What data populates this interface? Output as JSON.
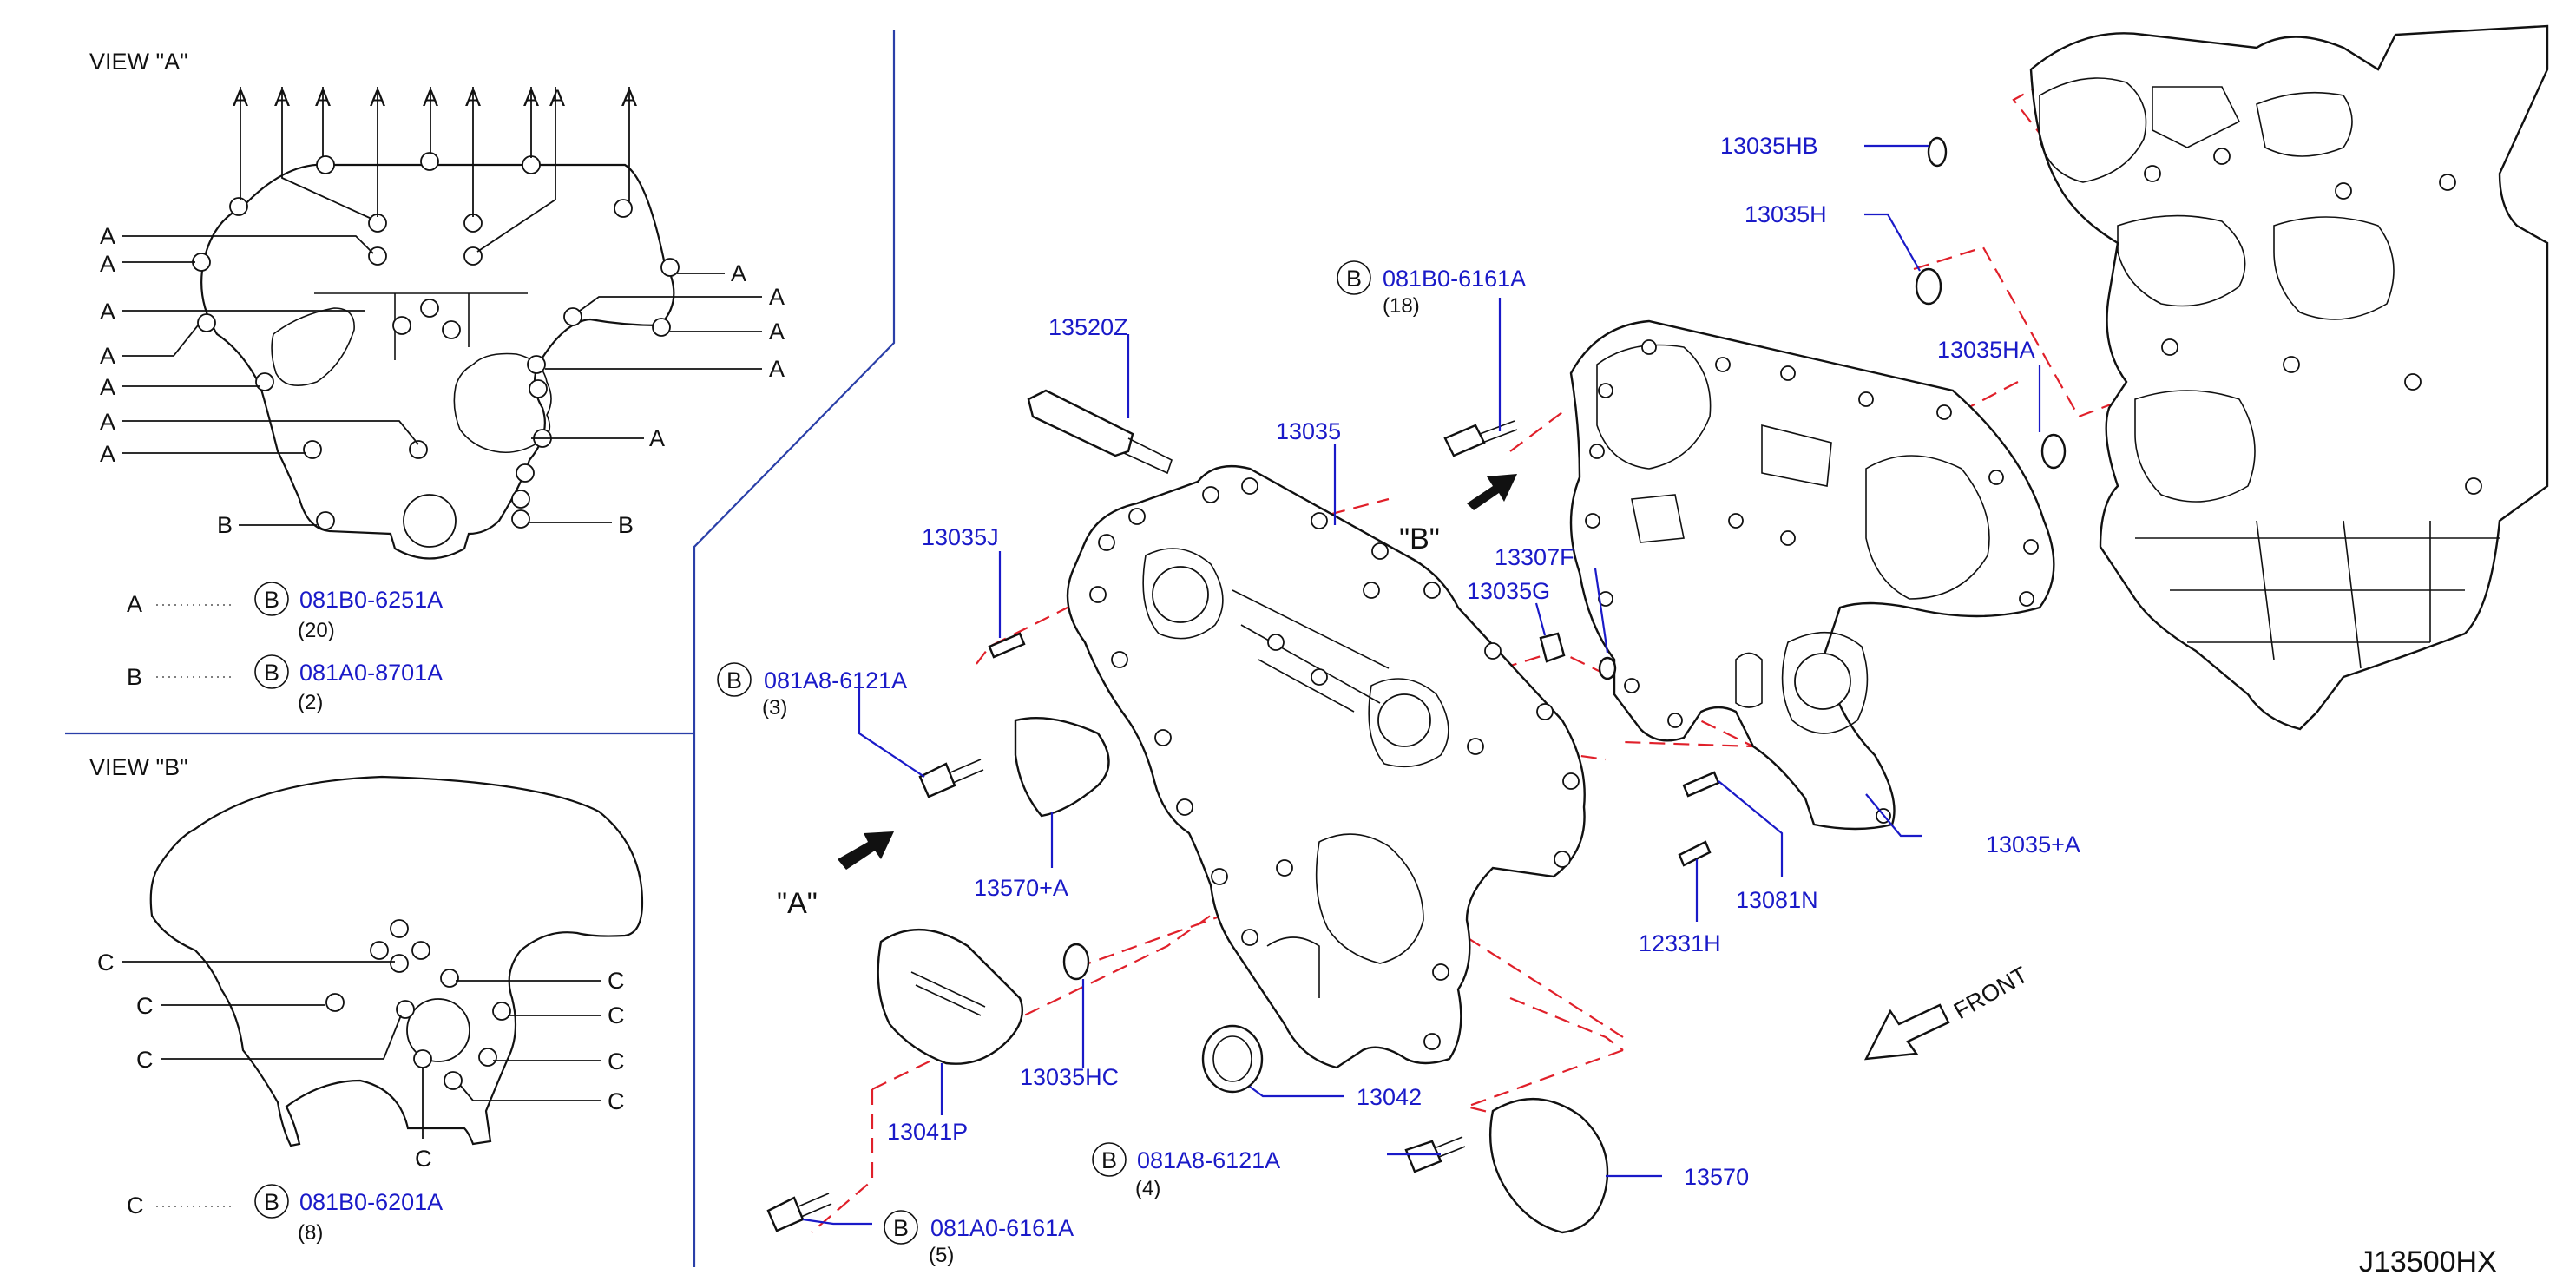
{
  "view_a": {
    "title": "VIEW \"A\"",
    "a": "A",
    "b": "B",
    "legend_a": {
      "letter": "A",
      "code": "081B0-6251A",
      "qty": "(20)"
    },
    "legend_b": {
      "letter": "B",
      "code": "081A0-8701A",
      "qty": "(2)"
    }
  },
  "view_b": {
    "title": "VIEW \"B\"",
    "c": "C",
    "legend_c": {
      "letter": "C",
      "code": "081B0-6201A",
      "qty": "(8)"
    }
  },
  "bolt_marker": "B",
  "arrow_a": "\"A\"",
  "arrow_b": "\"B\"",
  "front": "FRONT",
  "parts": {
    "p13035HB": "13035HB",
    "p13035H": "13035H",
    "p13035HA": "13035HA",
    "p081B0_6161A": "081B0-6161A",
    "q18": "(18)",
    "p13520Z": "13520Z",
    "p13035": "13035",
    "p13035J": "13035J",
    "p13307F": "13307F",
    "p13035G": "13035G",
    "p081A8_6121A_top": "081A8-6121A",
    "q3": "(3)",
    "p13570A": "13570+A",
    "p13035A": "13035+A",
    "p13081N": "13081N",
    "p12331H": "12331H",
    "p13035HC": "13035HC",
    "p13041P": "13041P",
    "p13042": "13042",
    "p081A8_6121A_bot": "081A8-6121A",
    "q4": "(4)",
    "p13570": "13570",
    "p081A0_6161A": "081A0-6161A",
    "q5": "(5)"
  },
  "drawing_number": "J13500HX",
  "colors": {
    "part_number": "#1a1ac8",
    "exploded_guide": "#e0202a",
    "separator": "#2a3fa8"
  }
}
